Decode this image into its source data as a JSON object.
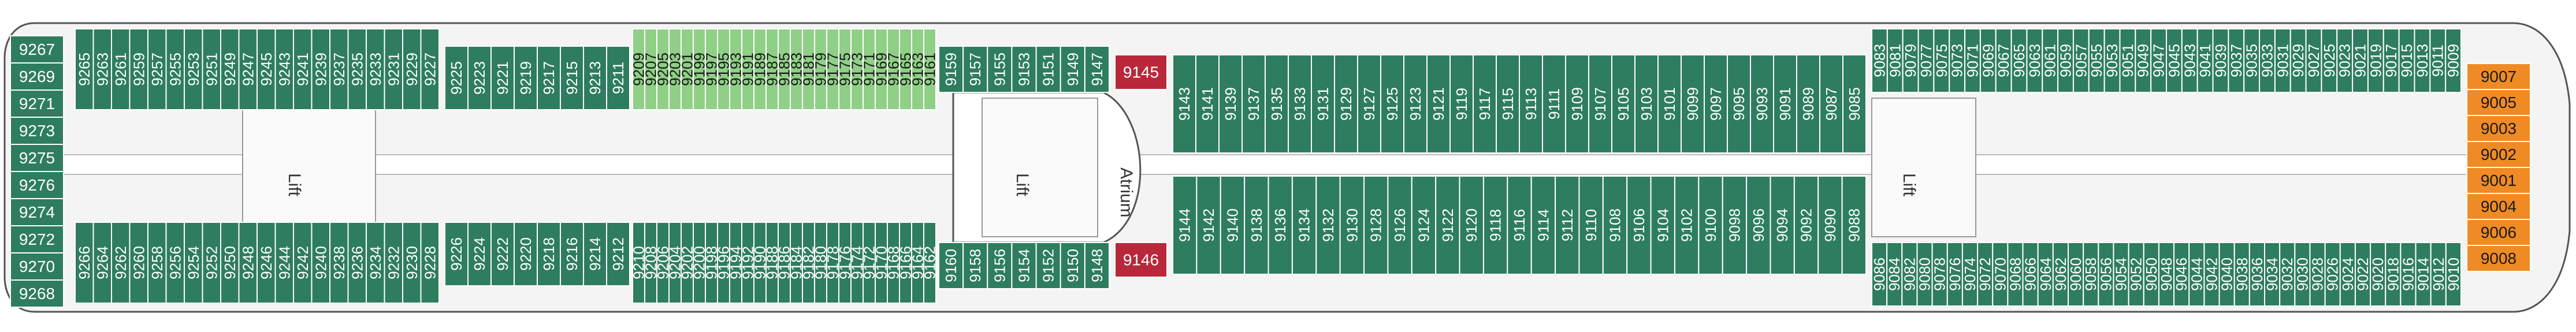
{
  "deck": {
    "colors": {
      "green": "#2e7d5e",
      "light_green": "#8fcf86",
      "pink": "#f2c2df",
      "orange": "#f08a24",
      "red": "#b8283a",
      "hull": "#f2f2f2",
      "outline": "#555555"
    },
    "labels": {
      "lift": "Lift",
      "atrium": "Atrium"
    },
    "forward_stack": [
      "9267",
      "9269",
      "9271",
      "9273",
      "9275",
      "9276",
      "9274",
      "9272",
      "9270",
      "9268"
    ],
    "aft_top": [
      "9265",
      "9263",
      "9261",
      "9259",
      "9257",
      "9255",
      "9253",
      "9251",
      "9249",
      "9247",
      "9245",
      "9243",
      "9241",
      "9239",
      "9237",
      "9235",
      "9233",
      "9231",
      "9229",
      "9227"
    ],
    "aft_bottom": [
      "9266",
      "9264",
      "9262",
      "9260",
      "9258",
      "9256",
      "9254",
      "9252",
      "9250",
      "9248",
      "9246",
      "9244",
      "9242",
      "9240",
      "9238",
      "9236",
      "9234",
      "9232",
      "9230",
      "9228"
    ],
    "mid1_top": [
      "9225",
      "9223",
      "9221",
      "9219",
      "9217",
      "9215",
      "9213",
      "9211"
    ],
    "mid1_bottom": [
      "9226",
      "9224",
      "9222",
      "9220",
      "9218",
      "9216",
      "9214",
      "9212"
    ],
    "center_top": [
      "9209",
      "9207",
      "9205",
      "9203",
      "9201",
      "9199",
      "9197",
      "9195",
      "9193",
      "9191",
      "9189",
      "9187",
      "9185",
      "9183",
      "9181",
      "9179",
      "9177",
      "9175",
      "9173",
      "9171",
      "9169",
      "9167",
      "9165",
      "9163",
      "9161"
    ],
    "center_bottom": [
      "9210",
      "9208",
      "9206",
      "9204",
      "9202",
      "9200",
      "9198",
      "9196",
      "9194",
      "9192",
      "9190",
      "9188",
      "9186",
      "9184",
      "9182",
      "9180",
      "9178",
      "9176",
      "9174",
      "9172",
      "9170",
      "9168",
      "9166",
      "9164",
      "9162"
    ],
    "atrium_top": [
      "9159",
      "9157",
      "9155",
      "9153",
      "9151",
      "9149",
      "9147"
    ],
    "atrium_bottom": [
      "9160",
      "9158",
      "9156",
      "9154",
      "9152",
      "9150",
      "9148"
    ],
    "suite_top": "9145",
    "suite_bottom": "9146",
    "fwd_top": [
      "9143",
      "9141",
      "9139",
      "9137",
      "9135",
      "9133",
      "9131",
      "9129",
      "9127",
      "9125",
      "9123",
      "9121",
      "9119",
      "9117",
      "9115",
      "9113",
      "9111",
      "9109",
      "9107",
      "9105",
      "9103",
      "9101",
      "9099",
      "9097",
      "9095",
      "9093",
      "9091",
      "9089",
      "9087",
      "9085"
    ],
    "fwd_bottom": [
      "9144",
      "9142",
      "9140",
      "9138",
      "9136",
      "9134",
      "9132",
      "9130",
      "9128",
      "9126",
      "9124",
      "9122",
      "9120",
      "9118",
      "9116",
      "9114",
      "9112",
      "9110",
      "9108",
      "9106",
      "9104",
      "9102",
      "9100",
      "9098",
      "9096",
      "9094",
      "9092",
      "9090",
      "9088"
    ],
    "bow_top": [
      "9083",
      "9081",
      "9079",
      "9077",
      "9075",
      "9073",
      "9071",
      "9069",
      "9067",
      "9065",
      "9063",
      "9061",
      "9059",
      "9057",
      "9055",
      "9053",
      "9051",
      "9049",
      "9047",
      "9045",
      "9043",
      "9041",
      "9039",
      "9037",
      "9035",
      "9033",
      "9031",
      "9029",
      "9027",
      "9025",
      "9023",
      "9021",
      "9019",
      "9017",
      "9015",
      "9013",
      "9011",
      "9009"
    ],
    "bow_bottom": [
      "9086",
      "9084",
      "9082",
      "9080",
      "9078",
      "9076",
      "9074",
      "9072",
      "9070",
      "9068",
      "9066",
      "9064",
      "9062",
      "9060",
      "9058",
      "9056",
      "9054",
      "9052",
      "9050",
      "9048",
      "9046",
      "9044",
      "9042",
      "9040",
      "9038",
      "9036",
      "9034",
      "9032",
      "9030",
      "9028",
      "9026",
      "9024",
      "9022",
      "9020",
      "9018",
      "9016",
      "9014",
      "9012",
      "9010"
    ],
    "yacht_club": [
      "9007",
      "9005",
      "9003",
      "9002",
      "9001",
      "9004",
      "9006",
      "9008"
    ]
  }
}
